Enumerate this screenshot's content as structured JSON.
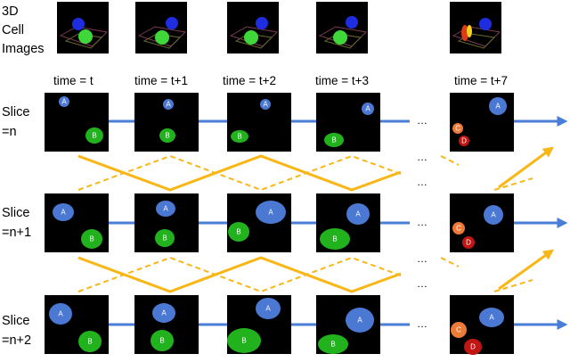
{
  "images_label": [
    "3D",
    "Cell",
    "Images"
  ],
  "time_labels": [
    "time = t",
    "time = t+1",
    "time = t+2",
    "time = t+3",
    "time = t+7"
  ],
  "slice_labels": [
    [
      "Slice",
      "=n"
    ],
    [
      "Slice",
      "=n+1"
    ],
    [
      "Slice",
      "=n+2"
    ]
  ],
  "ellipsis": "…",
  "cell_letters": {
    "a": "A",
    "b": "B",
    "c": "C",
    "d": "D"
  },
  "colors": {
    "background": "#000000",
    "cell_a": "#4a78d2",
    "cell_b": "#22b21e",
    "cell_c": "#ee7a38",
    "cell_d": "#c01512",
    "track_blue": "#4a7ed6",
    "track_orange": "#f8b717"
  }
}
